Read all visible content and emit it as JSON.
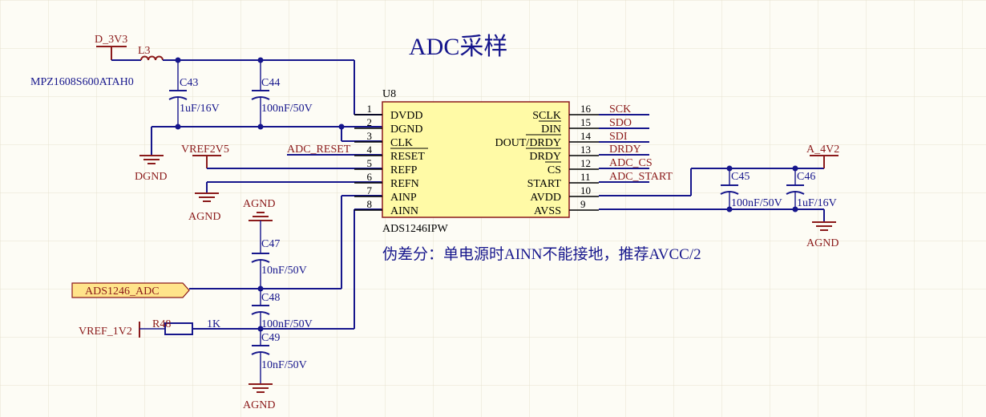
{
  "title": "ADC采样",
  "note": "伪差分：单电源时AINN不能接地，推荐AVCC/2",
  "colors": {
    "wire": "#16168c",
    "net": "#8b1a1a",
    "ic_fill": "#fffaa6",
    "background": "#fdfcf5"
  },
  "ic": {
    "designator": "U8",
    "part": "ADS1246IPW",
    "left_pins": [
      {
        "num": "1",
        "name": "DVDD"
      },
      {
        "num": "2",
        "name": "DGND"
      },
      {
        "num": "3",
        "name": "CLK"
      },
      {
        "num": "4",
        "name": "RESET"
      },
      {
        "num": "5",
        "name": "REFP"
      },
      {
        "num": "6",
        "name": "REFN"
      },
      {
        "num": "7",
        "name": "AINP"
      },
      {
        "num": "8",
        "name": "AINN"
      }
    ],
    "right_pins": [
      {
        "num": "16",
        "name": "SCLK"
      },
      {
        "num": "15",
        "name": "DIN"
      },
      {
        "num": "14",
        "name": "DOUT/DRDY"
      },
      {
        "num": "13",
        "name": "DRDY"
      },
      {
        "num": "12",
        "name": "CS"
      },
      {
        "num": "11",
        "name": "START"
      },
      {
        "num": "10",
        "name": "AVDD"
      },
      {
        "num": "9",
        "name": "AVSS"
      }
    ]
  },
  "nets": {
    "d3v3": "D_3V3",
    "dgnd": "DGND",
    "vref2v5": "VREF2V5",
    "adc_reset": "ADC_RESET",
    "agnd": "AGND",
    "ads_adc": "ADS1246_ADC",
    "vref1v2": "VREF_1V2",
    "sck": "SCK",
    "sdo": "SDO",
    "sdi": "SDI",
    "drdy": "DRDY",
    "adc_cs": "ADC_CS",
    "adc_start": "ADC_START",
    "a4v2": "A_4V2"
  },
  "components": {
    "l3": {
      "ref": "L3",
      "value": "MPZ1608S600ATAH0"
    },
    "c43": {
      "ref": "C43",
      "value": "1uF/16V"
    },
    "c44": {
      "ref": "C44",
      "value": "100nF/50V"
    },
    "c45": {
      "ref": "C45",
      "value": "100nF/50V"
    },
    "c46": {
      "ref": "C46",
      "value": "1uF/16V"
    },
    "c47": {
      "ref": "C47",
      "value": "10nF/50V"
    },
    "c48": {
      "ref": "C48",
      "value": "100nF/50V"
    },
    "c49": {
      "ref": "C49",
      "value": "10nF/50V"
    },
    "r48": {
      "ref": "R48",
      "value": "1K"
    }
  }
}
